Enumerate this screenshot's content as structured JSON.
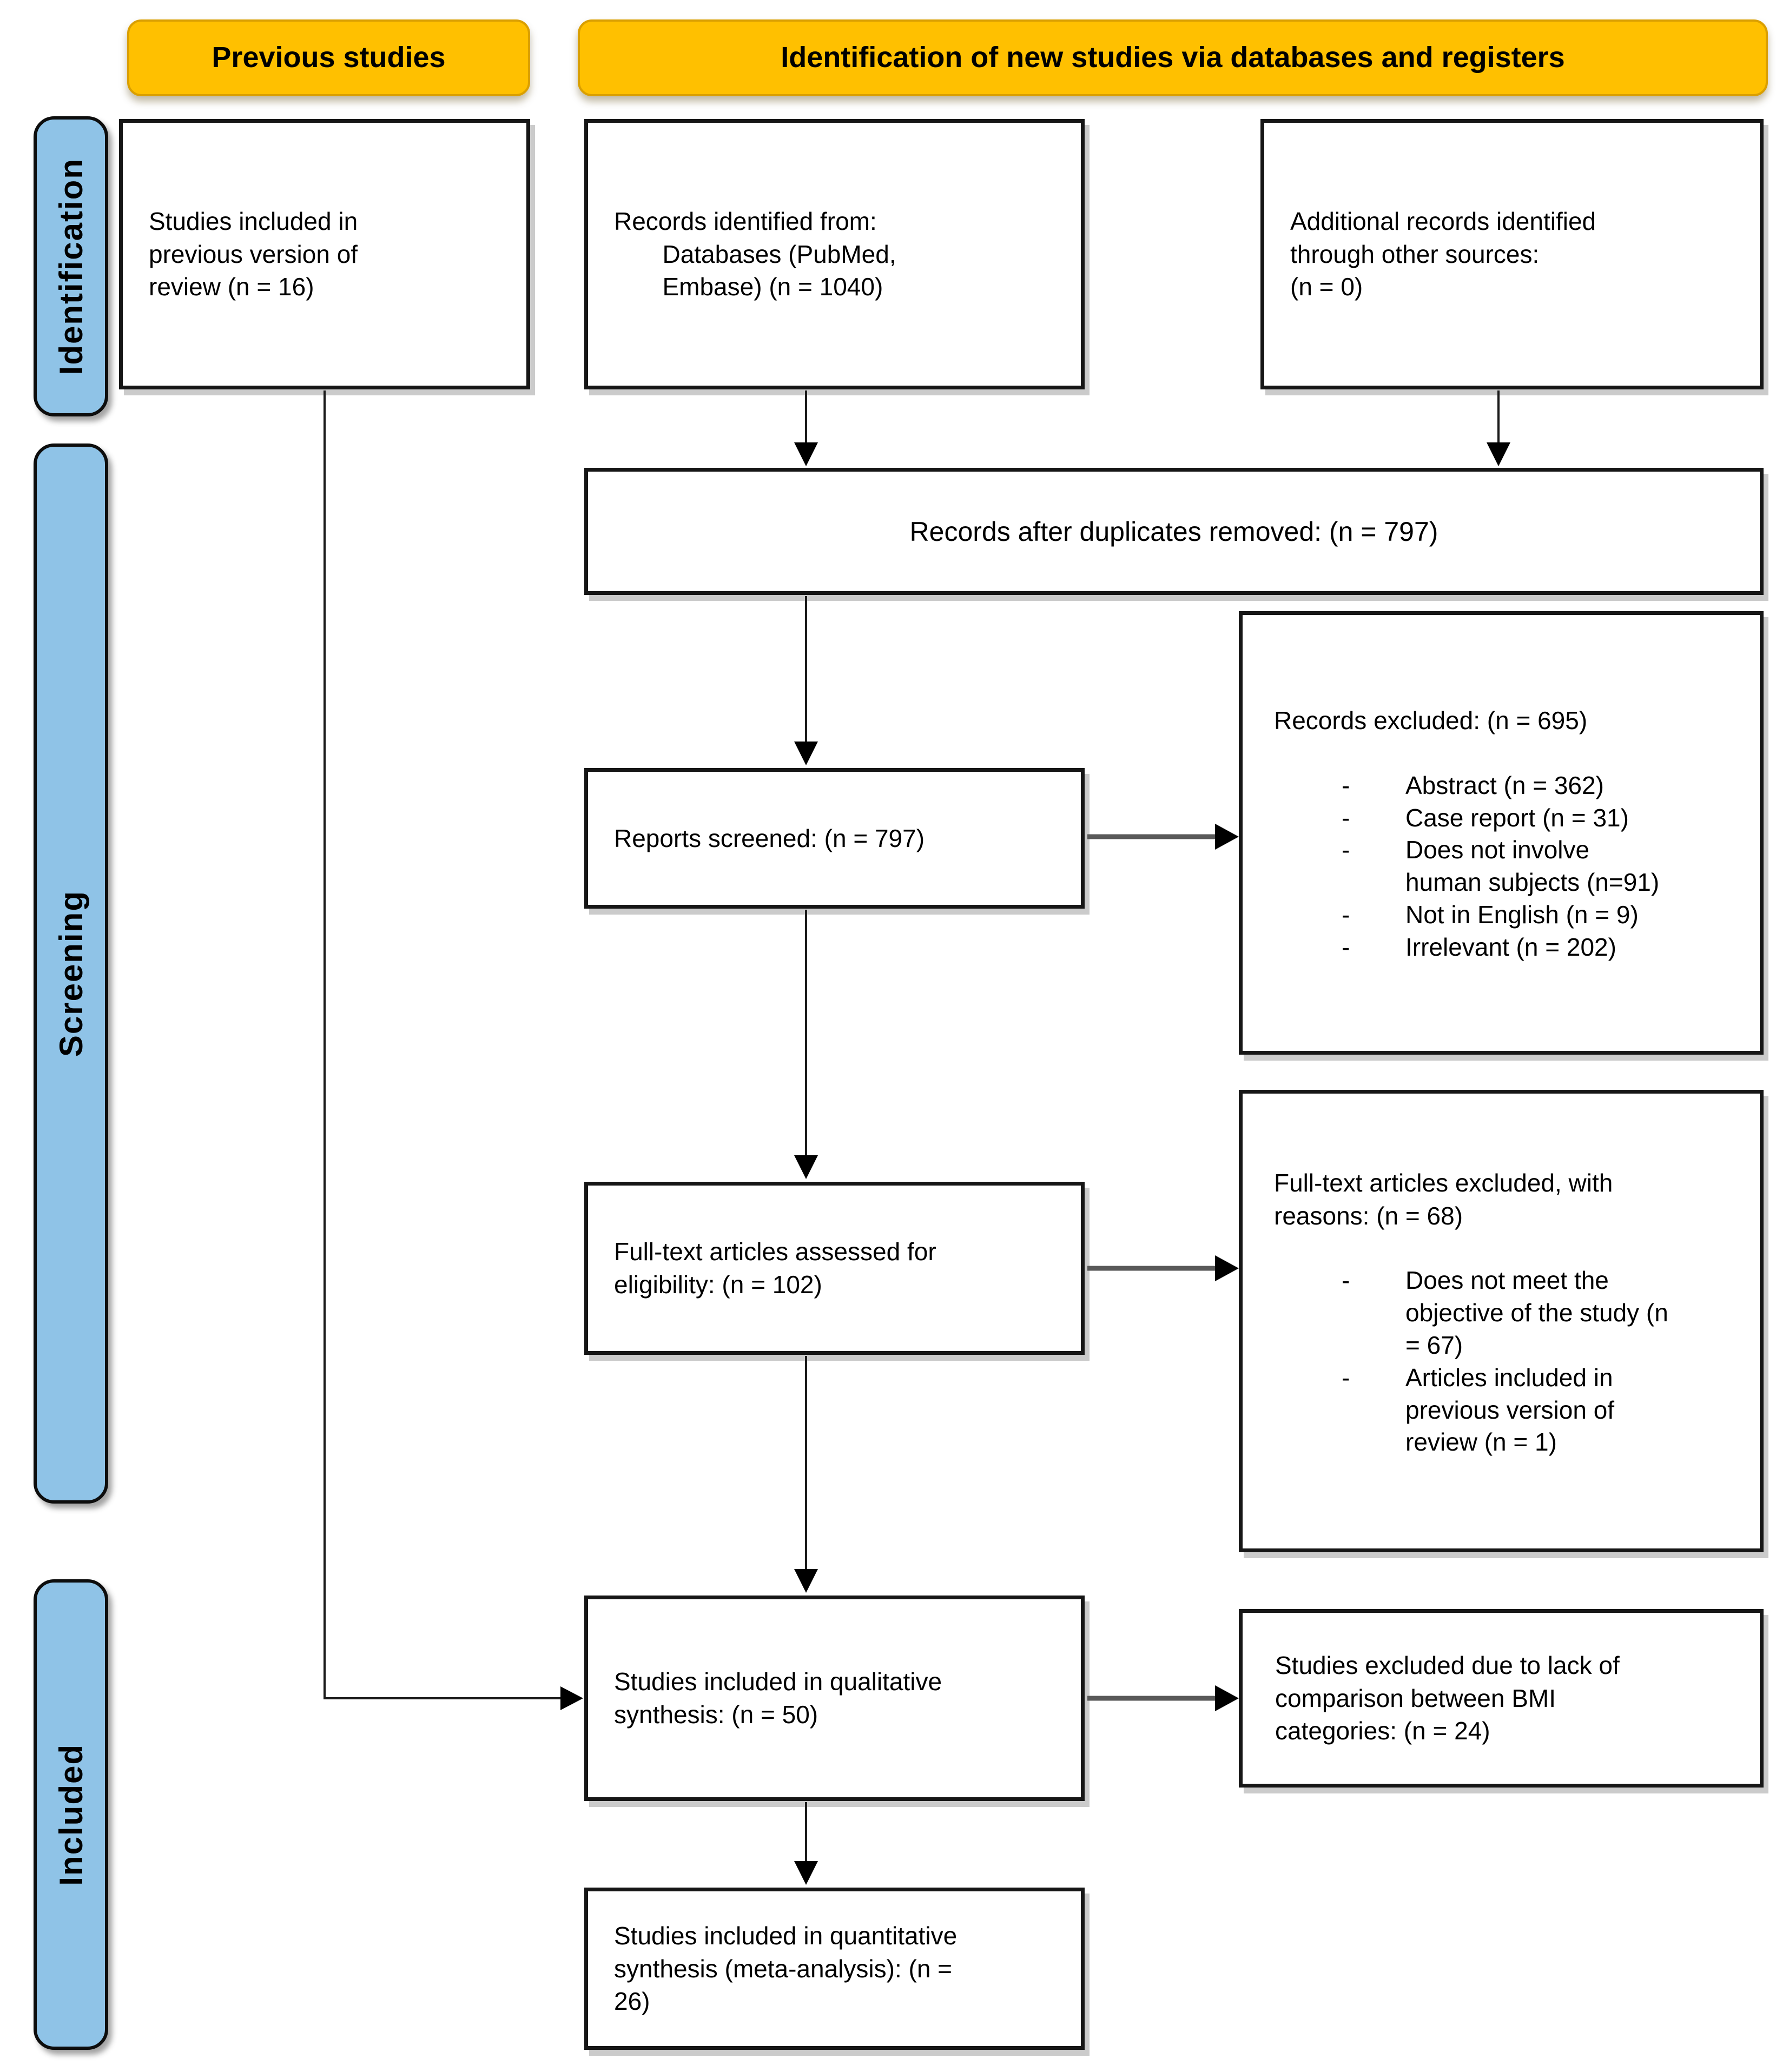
{
  "headers": {
    "previous": "Previous studies",
    "new_studies": "Identification of new studies via databases and registers"
  },
  "stages": {
    "identification": "Identification",
    "screening": "Screening",
    "included": "Included"
  },
  "boxes": {
    "previous_review": {
      "text": "Studies included in\nprevious version of\nreview (n = 16)"
    },
    "records_identified": {
      "text": "Records identified from:\n       Databases (PubMed,\n       Embase) (n = 1040)"
    },
    "additional_records": {
      "text": "Additional records identified\nthrough other sources:\n(n = 0)"
    },
    "duplicates_removed": {
      "text": "Records after duplicates removed: (n = 797)"
    },
    "reports_screened": {
      "text": "Reports screened: (n = 797)"
    },
    "records_excluded": {
      "title": "Records excluded: (n = 695)",
      "items": [
        "Abstract (n = 362)",
        "Case report (n = 31)",
        "Does not involve\nhuman subjects (n=91)",
        "Not in English (n = 9)",
        "Irrelevant (n = 202)"
      ]
    },
    "fulltext_assessed": {
      "text": "Full-text articles assessed for\neligibility: (n = 102)"
    },
    "fulltext_excluded": {
      "title": "Full-text articles excluded, with\nreasons: (n = 68)",
      "items": [
        "Does not meet the\nobjective of the study (n\n= 67)",
        "Articles included in\nprevious version of\nreview (n = 1)"
      ]
    },
    "qualitative": {
      "text": "Studies included in qualitative\nsynthesis: (n = 50)"
    },
    "bmi_excluded": {
      "text": "Studies excluded due to lack of\ncomparison between BMI\ncategories: (n = 24)"
    },
    "quantitative": {
      "text": "Studies included in quantitative\nsynthesis (meta-analysis): (n =\n26)"
    }
  },
  "colors": {
    "header_fill": "#FFC000",
    "stage_fill": "#8FC3E7",
    "box_border": "#161616",
    "arrow": "#3f3f3f"
  }
}
